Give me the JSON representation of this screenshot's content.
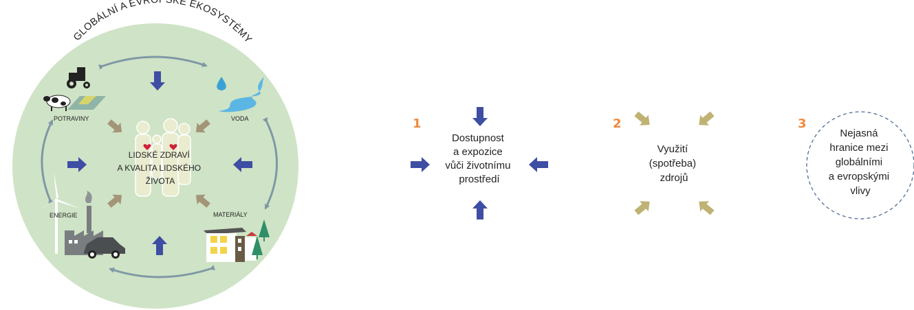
{
  "circle": {
    "title": "GLOBÁLNÍ A EVROPSKÉ EKOSYSTÉMY",
    "center_lines": [
      "LIDSKÉ ZDRAVÍ",
      "A KVALITA LIDSKÉHO",
      "ŽIVOTA"
    ],
    "labels": {
      "food": "POTRAVINY",
      "water": "VODA",
      "energy": "ENERGIE",
      "materials": "MATERIÁLY"
    }
  },
  "legend": [
    {
      "number": "1",
      "lines": [
        "Dostupnost",
        "a expozice",
        "vůči životnímu",
        "prostředí"
      ]
    },
    {
      "number": "2",
      "lines": [
        "Využití",
        "(spotřeba)",
        "zdrojů"
      ]
    },
    {
      "number": "3",
      "lines": [
        "Nejasná",
        "hranice mezi",
        "globálními",
        "a evropskými",
        "vlivy"
      ]
    }
  ],
  "colors": {
    "circle_fill": "#cfe3c6",
    "blue_arrow": "#3d4ea3",
    "tan_arrow": "#a39577",
    "olive_arrow": "#bfb273",
    "cycle_arrow": "#7f98a6",
    "number": "#ef8a3c",
    "dashed_circle": "#4f6d96"
  }
}
